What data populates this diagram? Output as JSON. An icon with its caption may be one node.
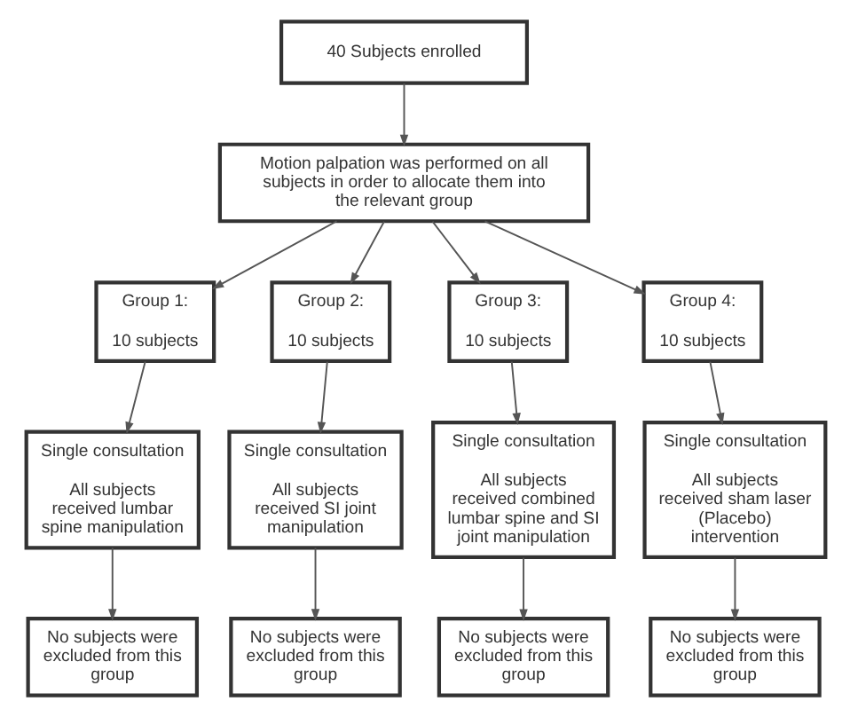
{
  "diagram": {
    "nodes": [
      {
        "text": [
          "40 Subjects enrolled"
        ]
      },
      {
        "text": [
          "Motion palpation was performed on all subjects in order to allocate them into the relevant group"
        ]
      },
      {
        "text": [
          "Group 1:",
          "10 subjects"
        ]
      },
      {
        "text": [
          "Group 2:",
          "10 subjects"
        ]
      },
      {
        "text": [
          "Group 3:",
          "10 subjects"
        ]
      },
      {
        "text": [
          "Group 4:",
          "10 subjects"
        ]
      },
      {
        "text": [
          "Single consultation",
          "All subjects received lumbar spine manipulation"
        ]
      },
      {
        "text": [
          "Single consultation",
          "All subjects received SI joint manipulation"
        ]
      },
      {
        "text": [
          "Single consultation",
          "All subjects received combined lumbar spine and SI joint manipulation"
        ]
      },
      {
        "text": [
          "Single consultation",
          "All subjects received sham laser (Placebo) intervention"
        ]
      },
      {
        "text": [
          "No subjects were excluded from this group"
        ]
      },
      {
        "text": [
          "No subjects were excluded from this group"
        ]
      },
      {
        "text": [
          "No subjects were excluded from this group"
        ]
      },
      {
        "text": [
          "No subjects were excluded from this group"
        ]
      }
    ],
    "edges": [
      {
        "from": 0,
        "to": 1,
        "arrow": "to"
      },
      {
        "from": 1,
        "to": 2,
        "arrow": "to"
      },
      {
        "from": 1,
        "to": 3,
        "arrow": "to"
      },
      {
        "from": 1,
        "to": 4,
        "arrow": "to"
      },
      {
        "from": 1,
        "to": 5,
        "arrow": "to"
      },
      {
        "from": 2,
        "to": 6,
        "arrow": "to"
      },
      {
        "from": 3,
        "to": 7,
        "arrow": "to"
      },
      {
        "from": 4,
        "to": 8,
        "arrow": "to"
      },
      {
        "from": 5,
        "to": 9,
        "arrow": "to"
      },
      {
        "from": 6,
        "to": 10,
        "arrow": "to"
      },
      {
        "from": 7,
        "to": 11,
        "arrow": "to"
      },
      {
        "from": 8,
        "to": 12,
        "arrow": "to"
      },
      {
        "from": 9,
        "to": 13,
        "arrow": "to"
      }
    ]
  }
}
